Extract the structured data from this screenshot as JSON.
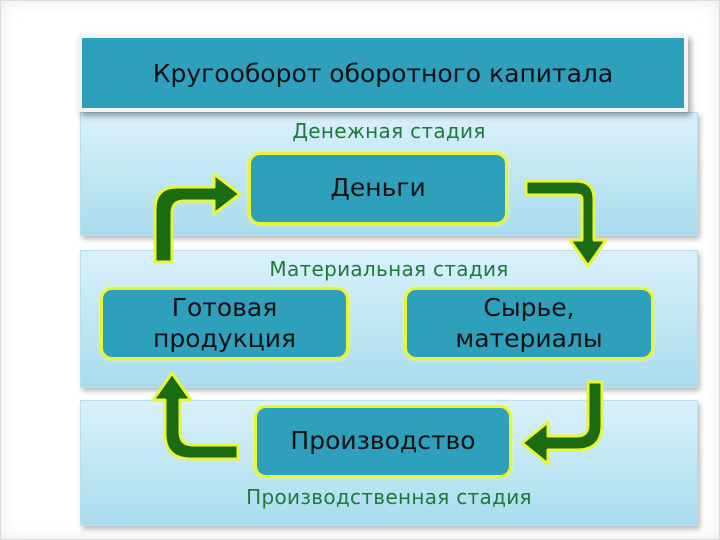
{
  "title": "Кругооборот оборотного капитала",
  "stages": {
    "money": "Денежная стадия",
    "material": "Материальная стадия",
    "production": "Производственная стадия"
  },
  "nodes": {
    "money": "Деньги",
    "finished_goods": "Готовая продукция",
    "raw_materials": "Сырье, материалы",
    "production": "Производство"
  },
  "colors": {
    "box_fill": "#2fa0bc",
    "box_border": "#e7f53a",
    "band": "#c4e8f5",
    "arrow": "#1b6b12",
    "stage_text": "#1f7a3a"
  }
}
